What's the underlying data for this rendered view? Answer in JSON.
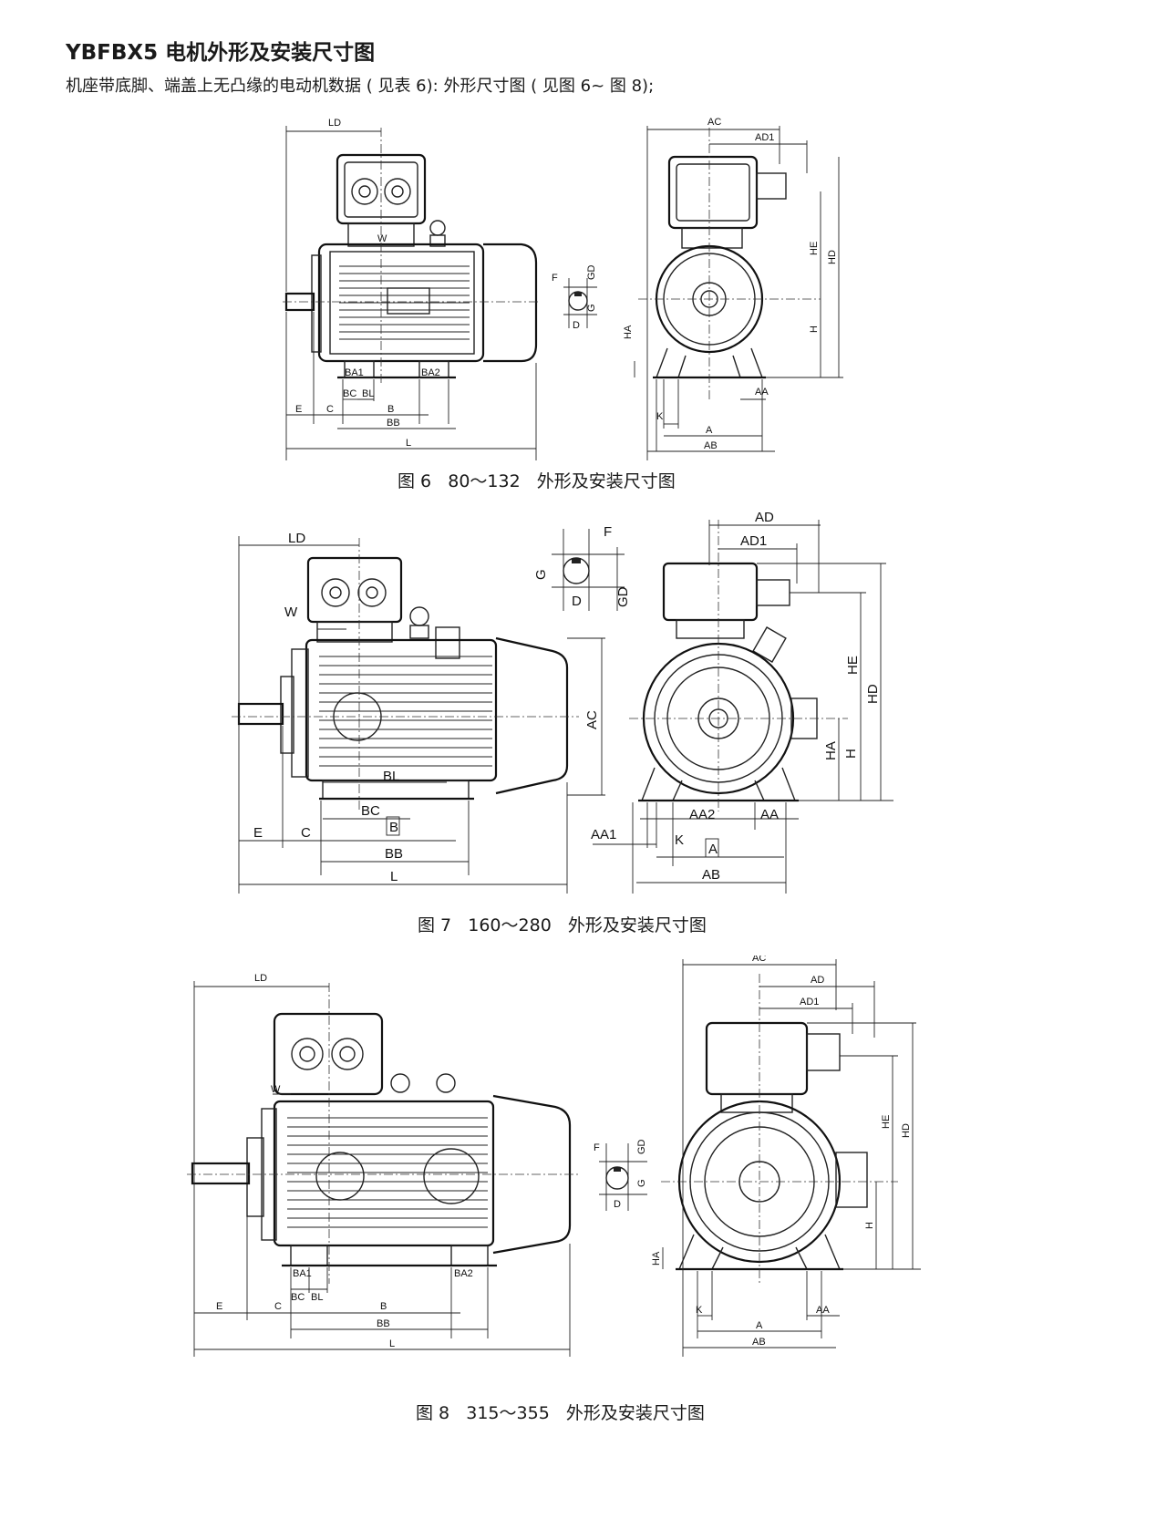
{
  "header": {
    "title": "YBFBX5 电机外形及安装尺寸图",
    "subtitle": "机座带底脚、端盖上无凸缘的电动机数据 ( 见表 6): 外形尺寸图 ( 见图 6~ 图 8);"
  },
  "figures": [
    {
      "caption": "图 6   80～132   外形及安装尺寸图",
      "labels": {
        "LD": "LD",
        "W": "W",
        "BA1": "BA1",
        "BA2": "BA2",
        "BC": "BC",
        "BL": "BL",
        "E": "E",
        "C": "C",
        "B": "B",
        "BB": "BB",
        "L": "L",
        "F": "F",
        "GD": "GD",
        "G": "G",
        "D": "D",
        "AC": "AC",
        "AD1": "AD1",
        "HE": "HE",
        "HD": "HD",
        "H": "H",
        "HA": "HA",
        "AA": "AA",
        "K": "K",
        "A": "A",
        "AB": "AB"
      }
    },
    {
      "caption": "图 7   160～280   外形及安装尺寸图",
      "labels": {
        "LD": "LD",
        "W": "W",
        "BL": "BL",
        "BC": "BC",
        "E": "E",
        "C": "C",
        "B": "B",
        "BB": "BB",
        "L": "L",
        "AC": "AC",
        "F": "F",
        "G": "G",
        "D": "D",
        "GD": "GD",
        "AD": "AD",
        "AD1": "AD1",
        "HE": "HE",
        "HD": "HD",
        "HA": "HA",
        "H": "H",
        "AA1": "AA1",
        "AA2": "AA2",
        "AA": "AA",
        "K": "K",
        "A": "A",
        "AB": "AB"
      }
    },
    {
      "caption": "图 8   315～355   外形及安装尺寸图",
      "labels": {
        "LD": "LD",
        "W": "W",
        "BA1": "BA1",
        "BA2": "BA2",
        "BC": "BC",
        "BL": "BL",
        "E": "E",
        "C": "C",
        "B": "B",
        "BB": "BB",
        "L": "L",
        "F": "F",
        "GD": "GD",
        "G": "G",
        "D": "D",
        "AC": "AC",
        "AD": "AD",
        "AD1": "AD1",
        "HE": "HE",
        "HD": "HD",
        "H": "H",
        "HA": "HA",
        "K": "K",
        "AA": "AA",
        "A": "A",
        "AB": "AB"
      }
    }
  ]
}
